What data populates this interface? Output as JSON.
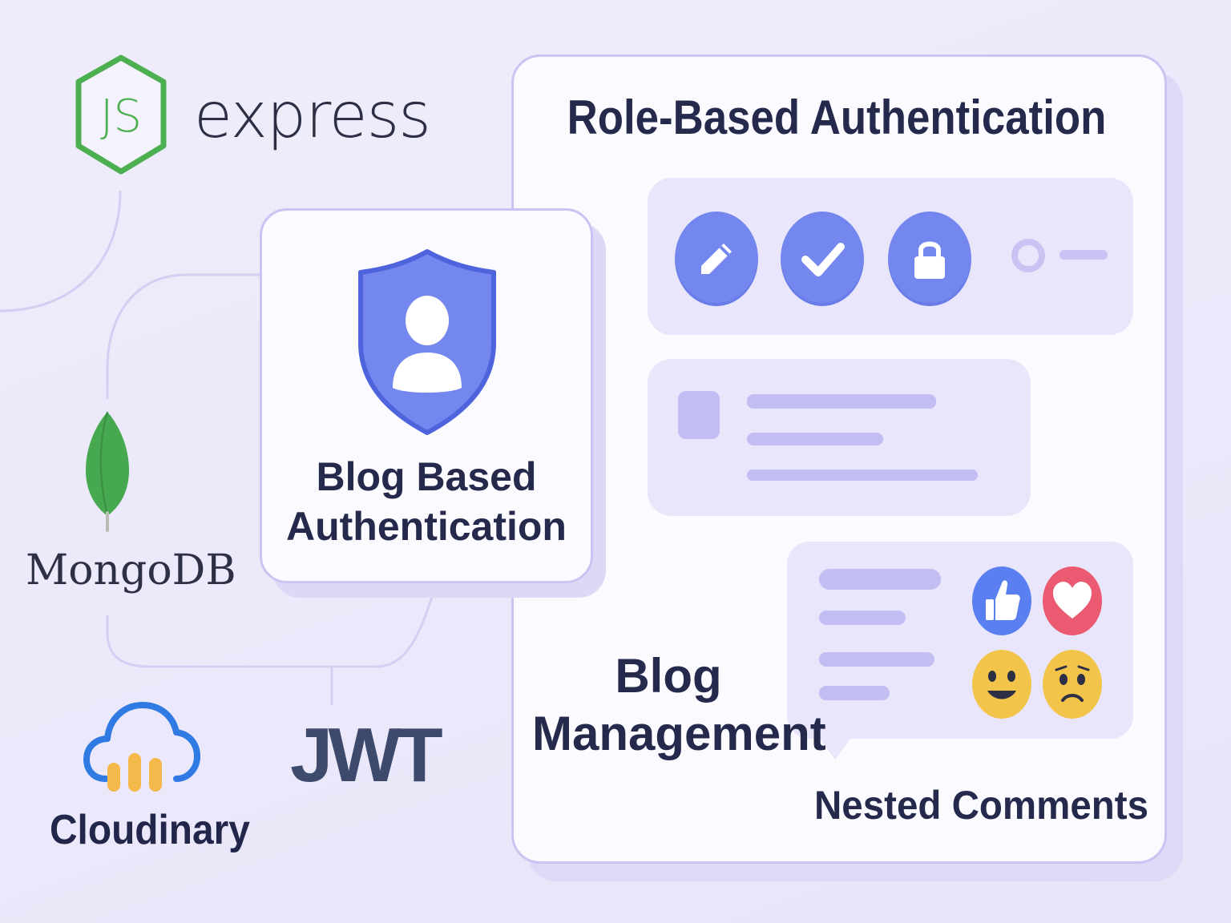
{
  "logos": {
    "express": "express",
    "nodejs_icon_text": "JS",
    "mongodb": "MongoDB",
    "cloudinary": "Cloudinary",
    "jwt": "JWT"
  },
  "cards": {
    "role_title": "Role-Based Authentication",
    "blog_auth_line1": "Blog Based",
    "blog_auth_line2": "Authentication",
    "blog_mgmt_line1": "Blog",
    "blog_mgmt_line2": "Management",
    "nested_comments": "Nested Comments"
  },
  "icons": {
    "role_actions": [
      "pencil-icon",
      "check-icon",
      "lock-icon"
    ],
    "reactions": [
      "thumbs-up-icon",
      "heart-icon",
      "smile-icon",
      "frown-icon"
    ],
    "shield": "shield-user-icon"
  },
  "colors": {
    "accent": "#7387ee",
    "node_green": "#4caf50",
    "mongo_green": "#3fa654",
    "cloudinary_blue": "#2f7be3",
    "heart_red": "#ec5a72",
    "emoji_yellow": "#f2c44a",
    "text_dark": "#252a4d",
    "panel_fill": "#e9e6fb"
  }
}
